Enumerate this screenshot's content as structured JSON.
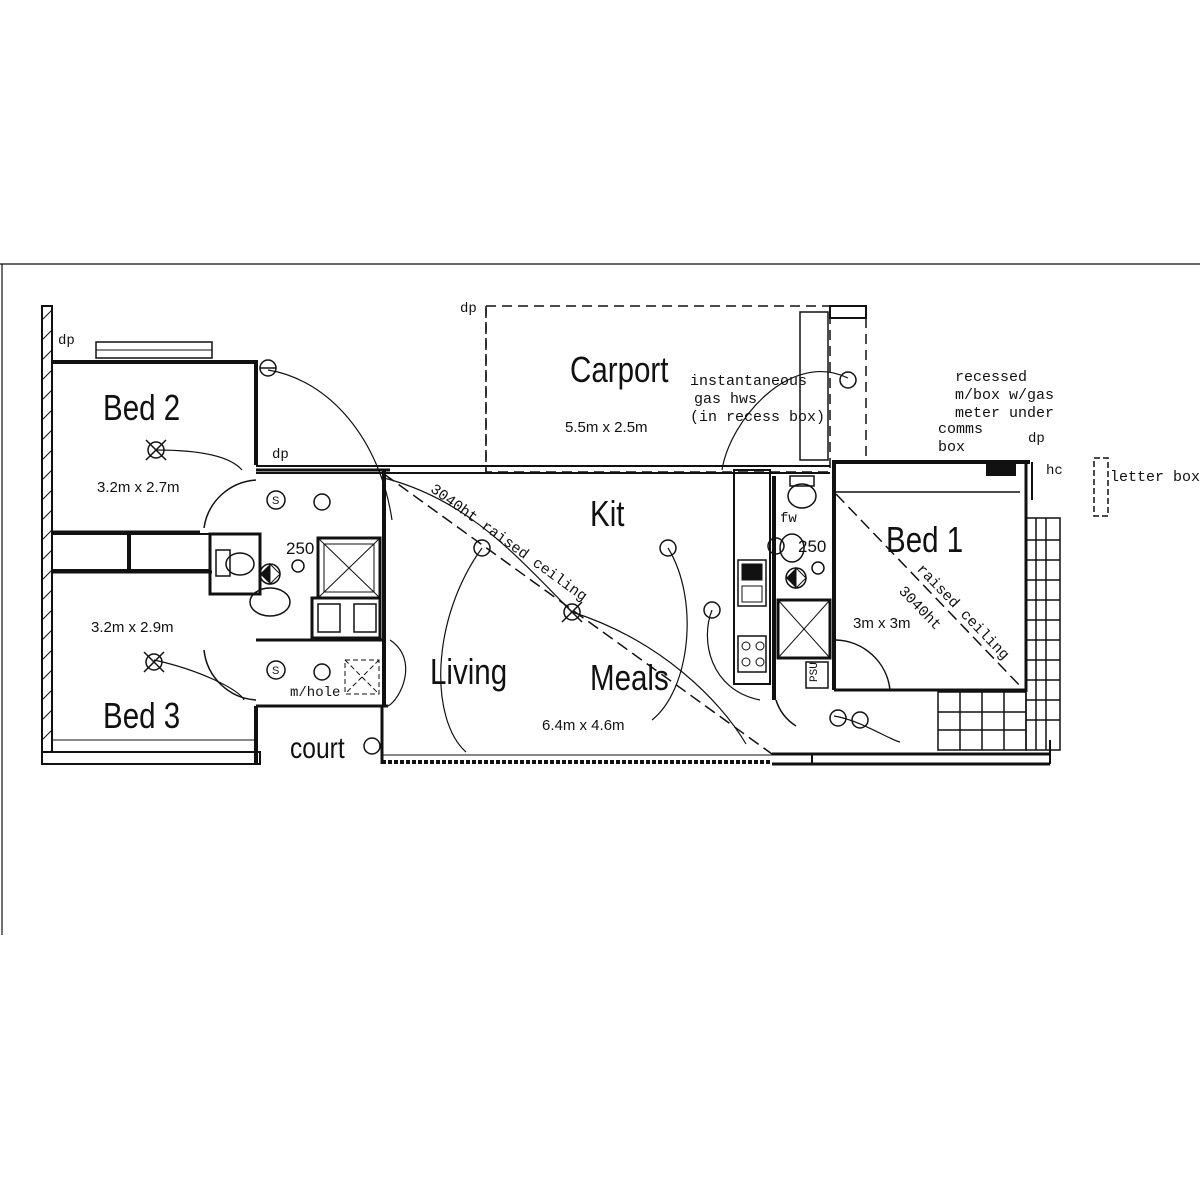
{
  "rooms": {
    "bed2": {
      "name": "Bed 2",
      "size": "3.2m x 2.7m"
    },
    "bed3": {
      "name": "Bed 3",
      "size": "3.2m x 2.9m"
    },
    "bed1": {
      "name": "Bed 1",
      "size": "3m x 3m"
    },
    "carport": {
      "name": "Carport",
      "size": "5.5m x 2.5m"
    },
    "kit": {
      "name": "Kit"
    },
    "living": {
      "name": "Living"
    },
    "meals": {
      "name": "Meals",
      "size": "6.4m x 4.6m"
    },
    "court": {
      "name": "court"
    }
  },
  "notes": {
    "raised_ceiling_main": "3040ht raised ceiling",
    "raised_ceiling_bed1": "raised ceiling",
    "ht_bed1": "3040ht",
    "hws_1": "instantaneous",
    "hws_2": "gas hws",
    "hws_3": "(in recess box)",
    "mbox_1": "recessed",
    "mbox_2": "m/box w/gas",
    "mbox_3": "meter under",
    "comms_1": "comms",
    "comms_2": "box",
    "letter_box": "letter box",
    "m_hole": "m/hole",
    "dp": "dp",
    "hc": "hc",
    "fw": "fw",
    "fan_250": "250",
    "psu": "PSU",
    "dp_tl": "dp",
    "dp_carport": "dp",
    "dp_mid": "dp",
    "dp_right": "dp"
  }
}
